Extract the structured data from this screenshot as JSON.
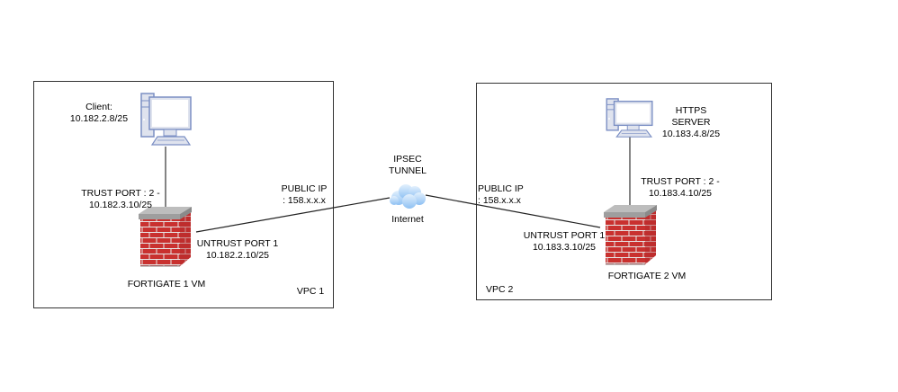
{
  "diagram": {
    "vpc1": {
      "label": "VPC 1",
      "client": {
        "line1": "Client:",
        "line2": "10.182.2.8/25"
      },
      "trust_port": {
        "line1": "TRUST PORT : 2 -",
        "line2": "10.182.3.10/25"
      },
      "untrust_port": {
        "line1": "UNTRUST PORT 1",
        "line2": "10.182.2.10/25"
      },
      "firewall": {
        "label": "FORTIGATE 1 VM"
      },
      "public_ip": {
        "line1": "PUBLIC IP",
        "line2": ": 158.x.x.x"
      }
    },
    "vpc2": {
      "label": "VPC 2",
      "server": {
        "line1": "HTTPS",
        "line2": "SERVER",
        "line3": "10.183.4.8/25"
      },
      "trust_port": {
        "line1": "TRUST PORT : 2 -",
        "line2": "10.183.4.10/25"
      },
      "untrust_port": {
        "line1": "UNTRUST PORT 1",
        "line2": "10.183.3.10/25"
      },
      "firewall": {
        "label": "FORTIGATE 2 VM"
      },
      "public_ip": {
        "line1": "PUBLIC IP",
        "line2": ": 158.x.x.x"
      }
    },
    "tunnel": {
      "line1": "IPSEC",
      "line2": "TUNNEL"
    },
    "internet": {
      "label": "Internet"
    },
    "icons": {
      "client": "desktop-computer-icon",
      "server": "desktop-computer-icon",
      "firewall": "brick-firewall-icon",
      "internet": "cloud-icon"
    },
    "colors": {
      "border": "#333333",
      "brick": "#c9312f",
      "mortar": "#e6e6e6",
      "computer_stroke": "#7b8fc4",
      "computer_fill": "#dfe3ee",
      "cloud": "#9cc8f5"
    }
  }
}
